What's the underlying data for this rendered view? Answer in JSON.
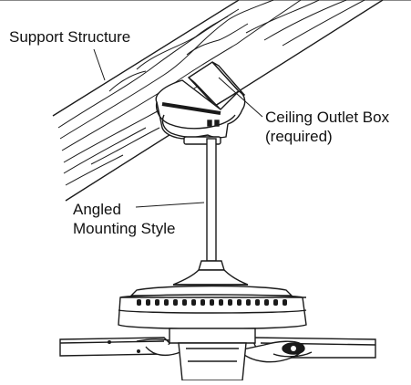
{
  "labels": {
    "support_structure": "Support Structure",
    "ceiling_outlet_box": [
      "Ceiling Outlet Box",
      "(required)"
    ],
    "mounting_style": [
      "Angled",
      "Mounting Style"
    ]
  },
  "colors": {
    "line": "#1a1a1a",
    "fill": "#ffffff"
  }
}
